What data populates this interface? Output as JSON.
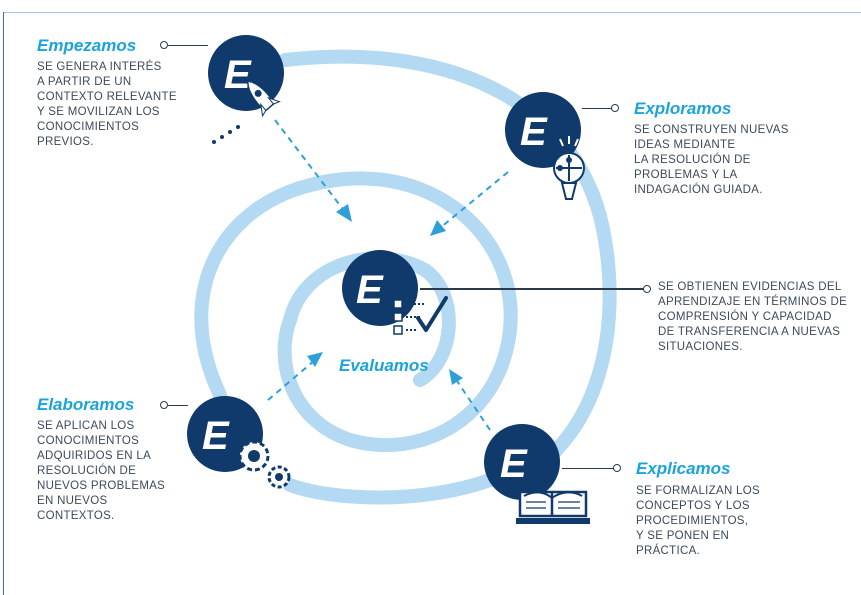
{
  "stages": [
    {
      "id": "empezamos",
      "title": "Empezamos",
      "lines": [
        "SE GENERA INTERÉS",
        "A PARTIR DE UN",
        "CONTEXTO RELEVANTE",
        "Y SE MOVILIZAN LOS",
        "CONOCIMIENTOS",
        "PREVIOS."
      ],
      "icon": "rocket-icon"
    },
    {
      "id": "exploramos",
      "title": "Exploramos",
      "lines": [
        "SE CONSTRUYEN NUEVAS",
        "IDEAS MEDIANTE",
        "LA RESOLUCIÓN DE",
        "PROBLEMAS Y LA",
        "INDAGACIÓN GUIADA."
      ],
      "icon": "lightbulb-puzzle-icon"
    },
    {
      "id": "evaluamos",
      "title": "Evaluamos",
      "lines": [
        "SE OBTIENEN EVIDENCIAS DEL",
        "APRENDIZAJE EN TÉRMINOS DE",
        "COMPRENSIÓN Y CAPACIDAD",
        "DE TRANSFERENCIA A NUEVAS",
        "SITUACIONES."
      ],
      "icon": "checklist-icon"
    },
    {
      "id": "elaboramos",
      "title": "Elaboramos",
      "lines": [
        "SE APLICAN LOS",
        "CONOCIMIENTOS",
        "ADQUIRIDOS EN LA",
        "RESOLUCIÓN DE",
        "NUEVOS PROBLEMAS",
        "EN NUEVOS",
        "CONTEXTOS."
      ],
      "icon": "gears-icon"
    },
    {
      "id": "explicamos",
      "title": "Explicamos",
      "lines": [
        "SE FORMALIZAN LOS",
        "CONCEPTOS Y LOS",
        "PROCEDIMIENTOS,",
        "Y SE PONEN EN",
        "PRÁCTICA."
      ],
      "icon": "open-book-icon"
    }
  ],
  "badge_letter": "E",
  "colors": {
    "navy": "#0f3a6b",
    "ring": "#b4d9f2",
    "arrow": "#2e9fd8",
    "title": "#1ba3dd",
    "text": "#3a4a5c"
  }
}
